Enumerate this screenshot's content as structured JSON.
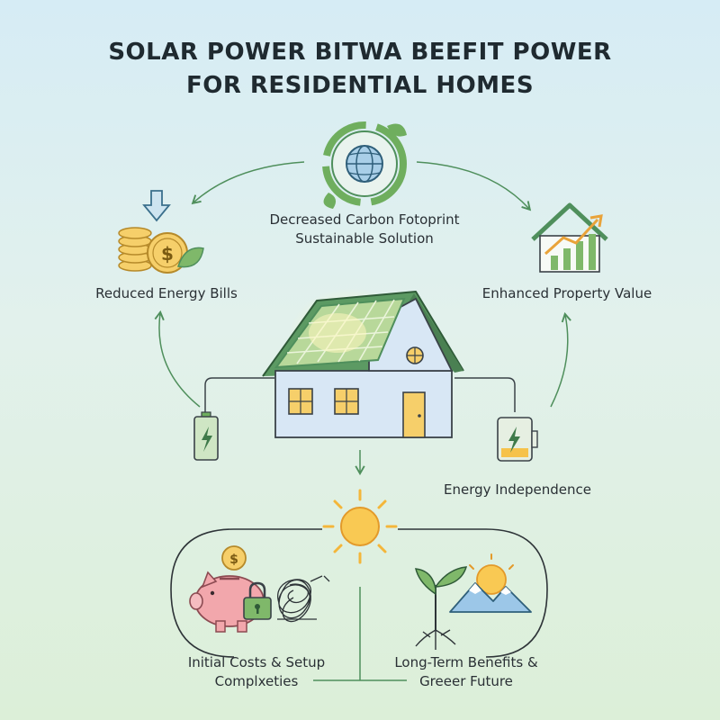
{
  "title": {
    "line1": "SOLAR POWER BITWA BEEFIT POWER",
    "line2": "FOR RESIDENTIAL HOMES"
  },
  "nodes": {
    "carbon": {
      "line1": "Decreased Carbon Fotoprint",
      "line2": "Sustainable Solution",
      "icon": "globe-leaf-icon"
    },
    "bills": {
      "label": "Reduced Energy Bills",
      "icon": "coins-dollar-icon"
    },
    "property": {
      "label": "Enhanced Property Value",
      "icon": "house-growth-chart-icon"
    },
    "independence": {
      "label": "Energy Independence",
      "icon": "battery-charge-icon"
    },
    "costs": {
      "line1": "Initial Costs & Setup",
      "line2": "Complxeties",
      "icon": "piggy-bank-lock-icon"
    },
    "future": {
      "line1": "Long-Term Benefits &",
      "line2": "Greeer Future",
      "icon": "sprout-mountain-icon"
    }
  },
  "colors": {
    "green": "#4f8f5c",
    "lightgreen": "#9ccf8c",
    "panel": "#b8d89a",
    "sun": "#f4b63a",
    "house": "#d8e7f5",
    "pink": "#f2a7ac"
  }
}
